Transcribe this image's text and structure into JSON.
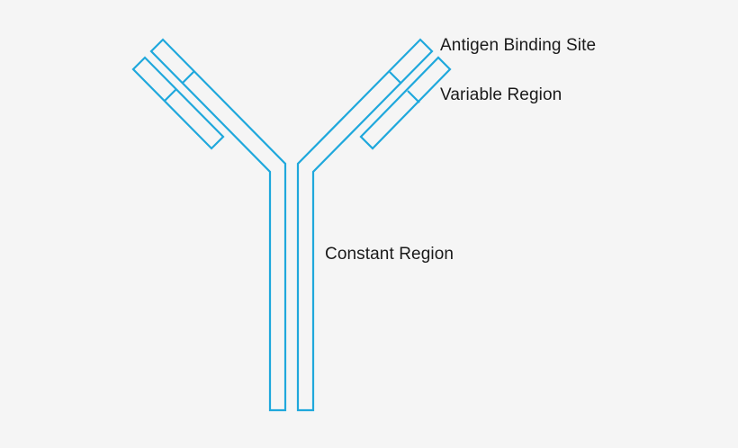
{
  "diagram": {
    "type": "antibody-structure",
    "stroke_color": "#1fa8dc",
    "background_color": "#f5f5f5",
    "labels": {
      "antigen_binding_site": "Antigen Binding Site",
      "variable_region": "Variable Region",
      "constant_region": "Constant Region"
    },
    "parts": [
      {
        "name": "heavy-chain-left",
        "region": "constant+variable"
      },
      {
        "name": "heavy-chain-right",
        "region": "constant+variable"
      },
      {
        "name": "light-chain-left",
        "region": "variable"
      },
      {
        "name": "light-chain-right",
        "region": "variable"
      }
    ]
  }
}
